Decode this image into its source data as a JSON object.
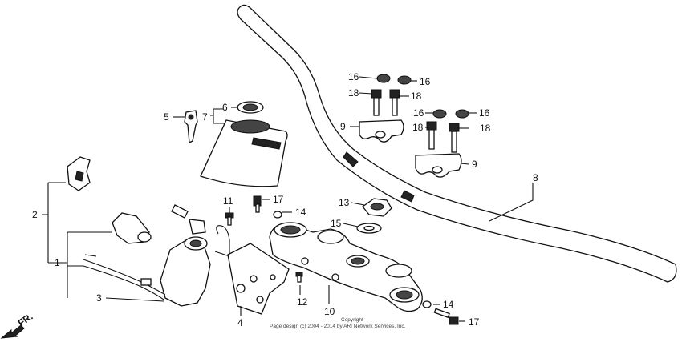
{
  "labels": {
    "p1": "1",
    "p2": "2",
    "p3": "3",
    "p4": "4",
    "p5": "5",
    "p6": "6",
    "p7": "7",
    "p8": "8",
    "p9a": "9",
    "p9b": "9",
    "p10": "10",
    "p11": "11",
    "p12": "12",
    "p13": "13",
    "p14a": "14",
    "p14b": "14",
    "p15": "15",
    "p16a": "16",
    "p16b": "16",
    "p16c": "16",
    "p16d": "16",
    "p17a": "17",
    "p17b": "17",
    "p18a": "18",
    "p18b": "18",
    "p18c": "18",
    "p18d": "18"
  },
  "direction": {
    "label": "FR."
  },
  "footer": {
    "line1": "Copyright",
    "line2": "Page design (c) 2004 - 2014 by ARI Network Services, Inc."
  }
}
